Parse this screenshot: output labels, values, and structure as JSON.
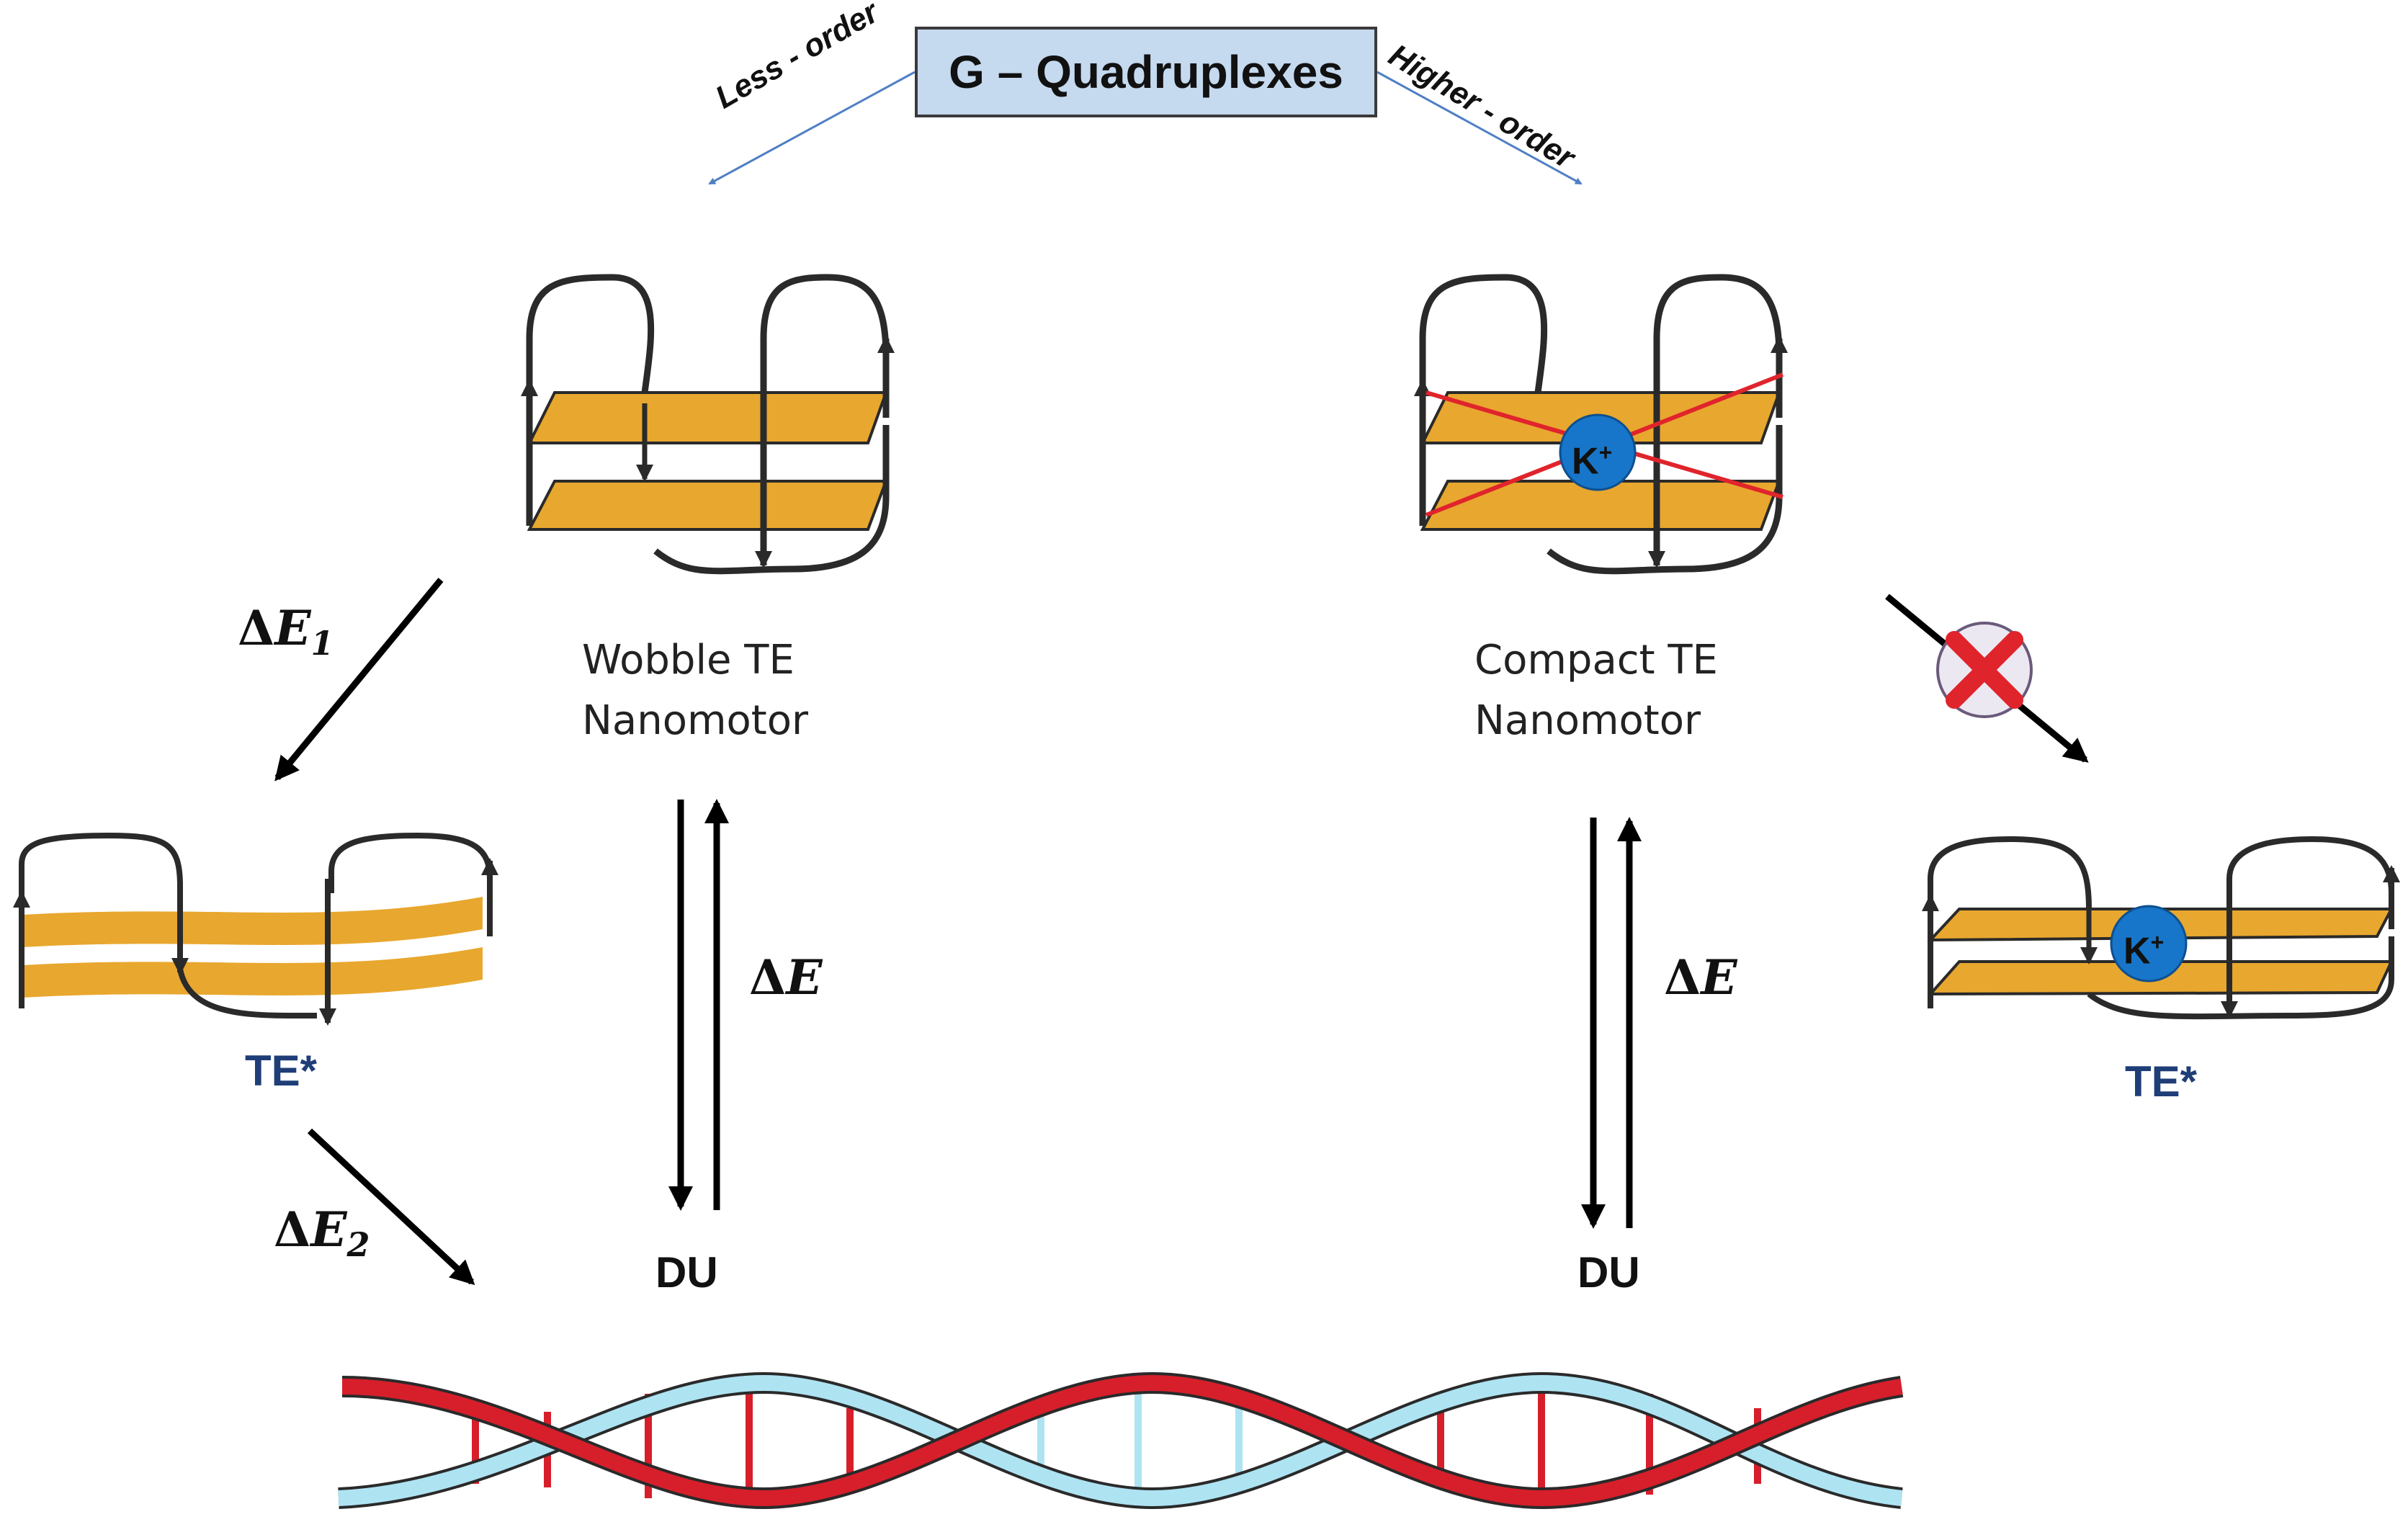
{
  "title": "G – Quadruplexes",
  "branch_left": "Less - order",
  "branch_right": "Higher - order",
  "wobble": {
    "line1": "Wobble TE",
    "line2": "Nanomotor"
  },
  "compact": {
    "line1": "Compact TE",
    "line2": "Nanomotor"
  },
  "energy": {
    "delta": "Δ",
    "E": "E",
    "sub1": "1",
    "sub2": "2"
  },
  "te_star": "TE*",
  "du": "DU",
  "ion": {
    "symbol": "K",
    "charge": "+"
  },
  "colors": {
    "quartet": "#e8a72e",
    "strand": "#2a2a2a",
    "branch_arrow": "#4f7fc4",
    "cross": "#e0242c",
    "ion": "#1776c9",
    "dna_red": "#d61f2b",
    "dna_blue": "#aee3f2"
  }
}
